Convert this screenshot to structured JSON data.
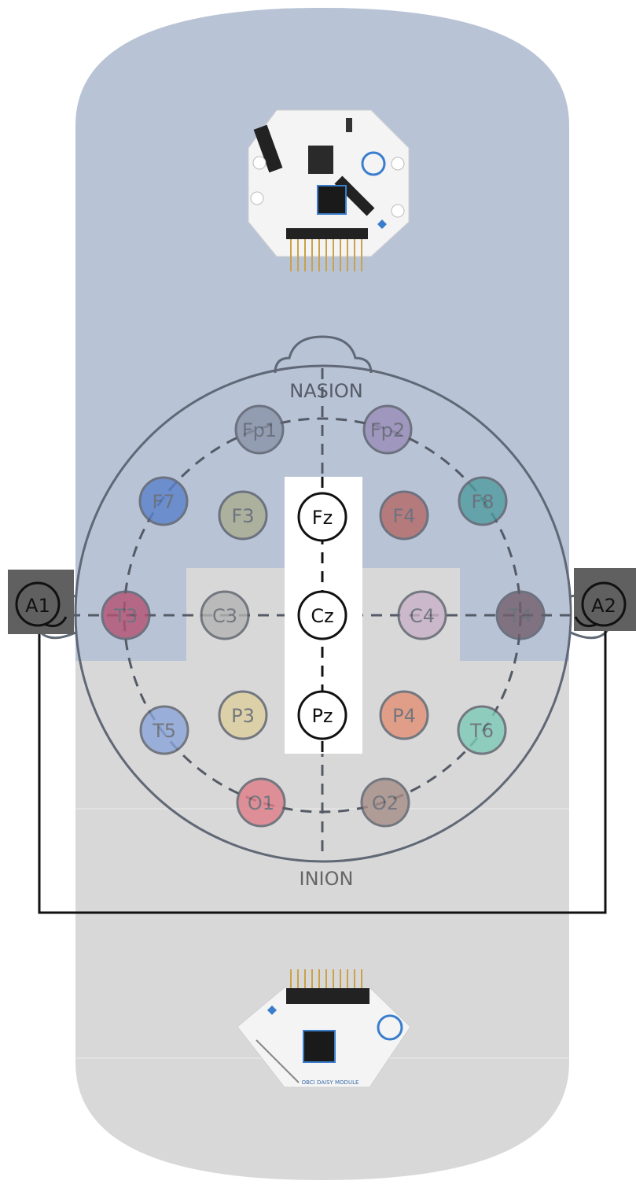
{
  "landmarks": {
    "top": "NASION",
    "bottom": "INION"
  },
  "boards": {
    "bottom_caption": "OBCI DAISY MODULE"
  },
  "colors": {
    "upper_panel": "#b8c3d6",
    "lower_panel": "#d8d8d8",
    "head_outline": "#606876",
    "ear_box": "#606060",
    "wire": "#111111"
  },
  "electrodes": [
    {
      "id": "fp1",
      "label": "Fp1",
      "color": "#8a94a8",
      "active": false
    },
    {
      "id": "fp2",
      "label": "Fp2",
      "color": "#9a8db8",
      "active": false
    },
    {
      "id": "f7",
      "label": "F7",
      "color": "#5a82cc",
      "active": false
    },
    {
      "id": "f3",
      "label": "F3",
      "color": "#a9ad8e",
      "active": false
    },
    {
      "id": "fz",
      "label": "Fz",
      "color": "#ffffff",
      "active": true
    },
    {
      "id": "f4",
      "label": "F4",
      "color": "#b56a66",
      "active": false
    },
    {
      "id": "f8",
      "label": "F8",
      "color": "#4e9c9e",
      "active": false
    },
    {
      "id": "t3",
      "label": "T3",
      "color": "#b55272",
      "active": false
    },
    {
      "id": "c3",
      "label": "C3",
      "color": "#b3b3b3",
      "active": false
    },
    {
      "id": "cz",
      "label": "Cz",
      "color": "#ffffff",
      "active": true
    },
    {
      "id": "c4",
      "label": "C4",
      "color": "#c8b2c8",
      "active": false
    },
    {
      "id": "t4",
      "label": "T4",
      "color": "#735e6c",
      "active": false
    },
    {
      "id": "t5",
      "label": "T5",
      "color": "#8aa4d8",
      "active": false
    },
    {
      "id": "p3",
      "label": "P3",
      "color": "#dccf9c",
      "active": false
    },
    {
      "id": "pz",
      "label": "Pz",
      "color": "#ffffff",
      "active": true
    },
    {
      "id": "p4",
      "label": "P4",
      "color": "#e38f74",
      "active": false
    },
    {
      "id": "t6",
      "label": "T6",
      "color": "#7ccbb8",
      "active": false
    },
    {
      "id": "o1",
      "label": "O1",
      "color": "#e07c86",
      "active": false
    },
    {
      "id": "o2",
      "label": "O2",
      "color": "#a78e86",
      "active": false
    }
  ],
  "ears": [
    {
      "id": "a1",
      "label": "A1"
    },
    {
      "id": "a2",
      "label": "A2"
    }
  ]
}
